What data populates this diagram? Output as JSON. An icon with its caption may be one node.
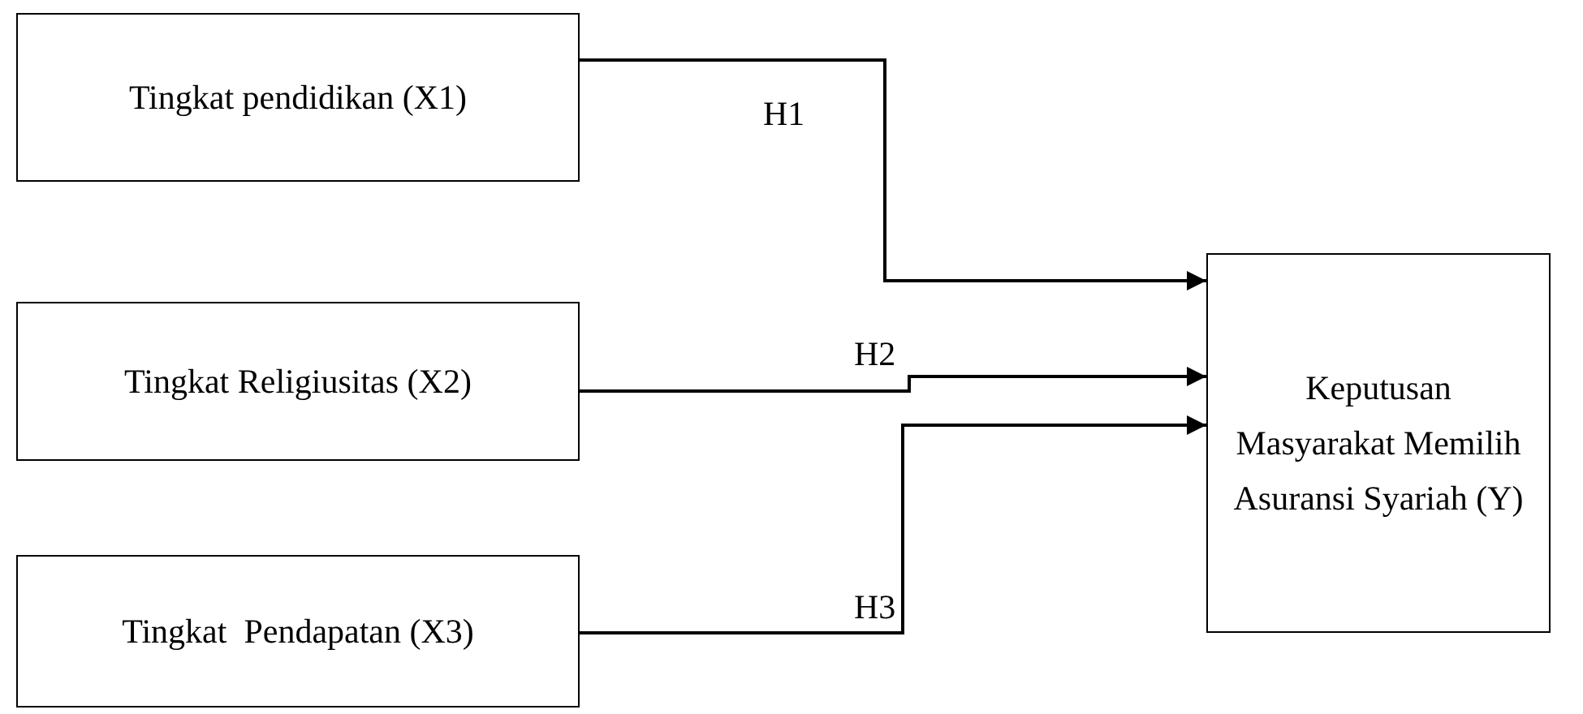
{
  "diagram": {
    "nodes": [
      {
        "text": [
          "Tingkat pendidikan (X1)"
        ]
      },
      {
        "text": [
          "Tingkat Religiusitas (X2)"
        ]
      },
      {
        "text": [
          "Tingkat  Pendapatan (X3)"
        ]
      },
      {
        "text": [
          "Keputusan Masyarakat Memilih Asuransi Syariah (Y)"
        ]
      }
    ],
    "edges": [
      {
        "from": 0,
        "to": 3,
        "arrow": "to",
        "label": "H1"
      },
      {
        "from": 1,
        "to": 3,
        "arrow": "to",
        "label": "H2"
      },
      {
        "from": 2,
        "to": 3,
        "arrow": "to",
        "label": "H3"
      }
    ]
  }
}
